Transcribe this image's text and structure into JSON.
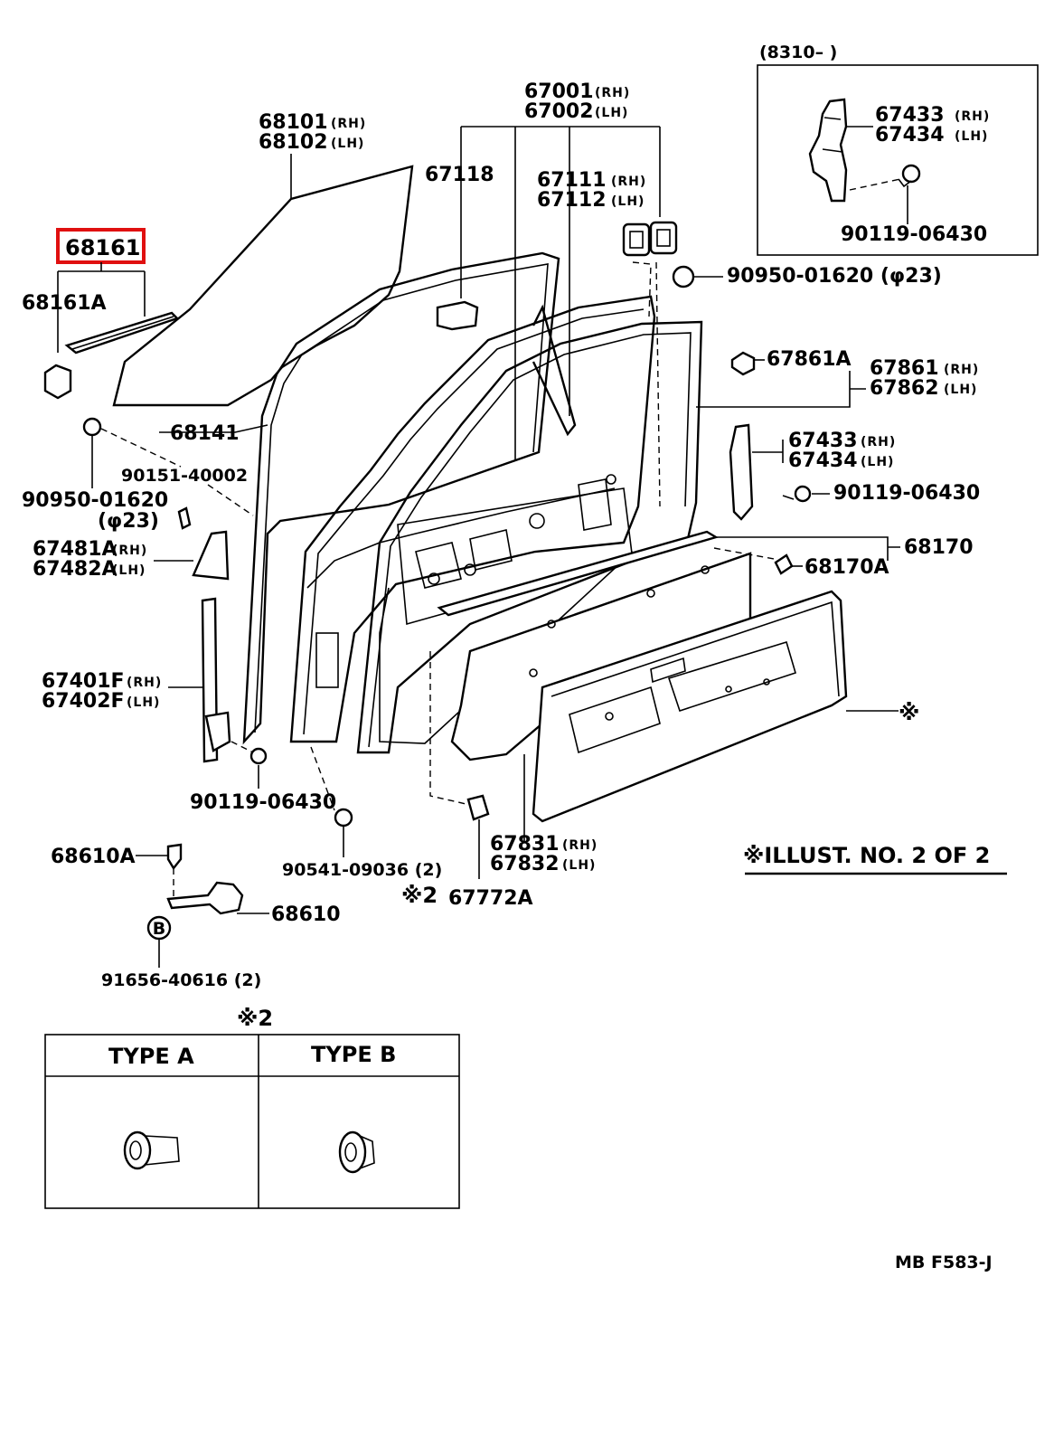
{
  "inset": {
    "header": "(8310–          )",
    "parts": [
      "67433",
      "67434",
      "90119-06430"
    ],
    "rh": "(RH)",
    "lh": "(LH)"
  },
  "labels": {
    "p67001": "67001",
    "p67002": "67002",
    "p68101": "68101",
    "p68102": "68102",
    "p67118": "67118",
    "p67111": "67111",
    "p67112": "67112",
    "p68161_highlight": "68161",
    "p68161A": "68161A",
    "p90950_top": "90950-01620 (φ23)",
    "p67861A": "67861A",
    "p67861": "67861",
    "p67862": "67862",
    "p68141": "68141",
    "p67433": "67433",
    "p67434": "67434",
    "p90119_right": "90119-06430",
    "p90151": "90151-40002",
    "p90950_left": "90950-01620",
    "p_phi23": "(φ23)",
    "p67481A": "67481A",
    "p67482A": "67482A",
    "p68170": "68170",
    "p68170A": "68170A",
    "p67401F": "67401F",
    "p67402F": "67402F",
    "asterisk": "※",
    "p90119_bottom": "90119-06430",
    "p67831": "67831",
    "p67832": "67832",
    "illust": "※ILLUST. NO. 2 OF 2",
    "p68610A": "68610A",
    "p90541": "90541-09036 (2)",
    "ref2": "※2",
    "p67772A": "67772A",
    "p68610": "68610",
    "b_marker": "B",
    "p91656": "91656-40616 (2)",
    "rh": "(RH)",
    "lh": "(LH)"
  },
  "table": {
    "title": "※2",
    "type_a": "TYPE  A",
    "type_b": "TYPE  B"
  },
  "footer": {
    "code": "MB  F583-J"
  },
  "colors": {
    "highlight": "#e01010",
    "ink": "#000000"
  }
}
